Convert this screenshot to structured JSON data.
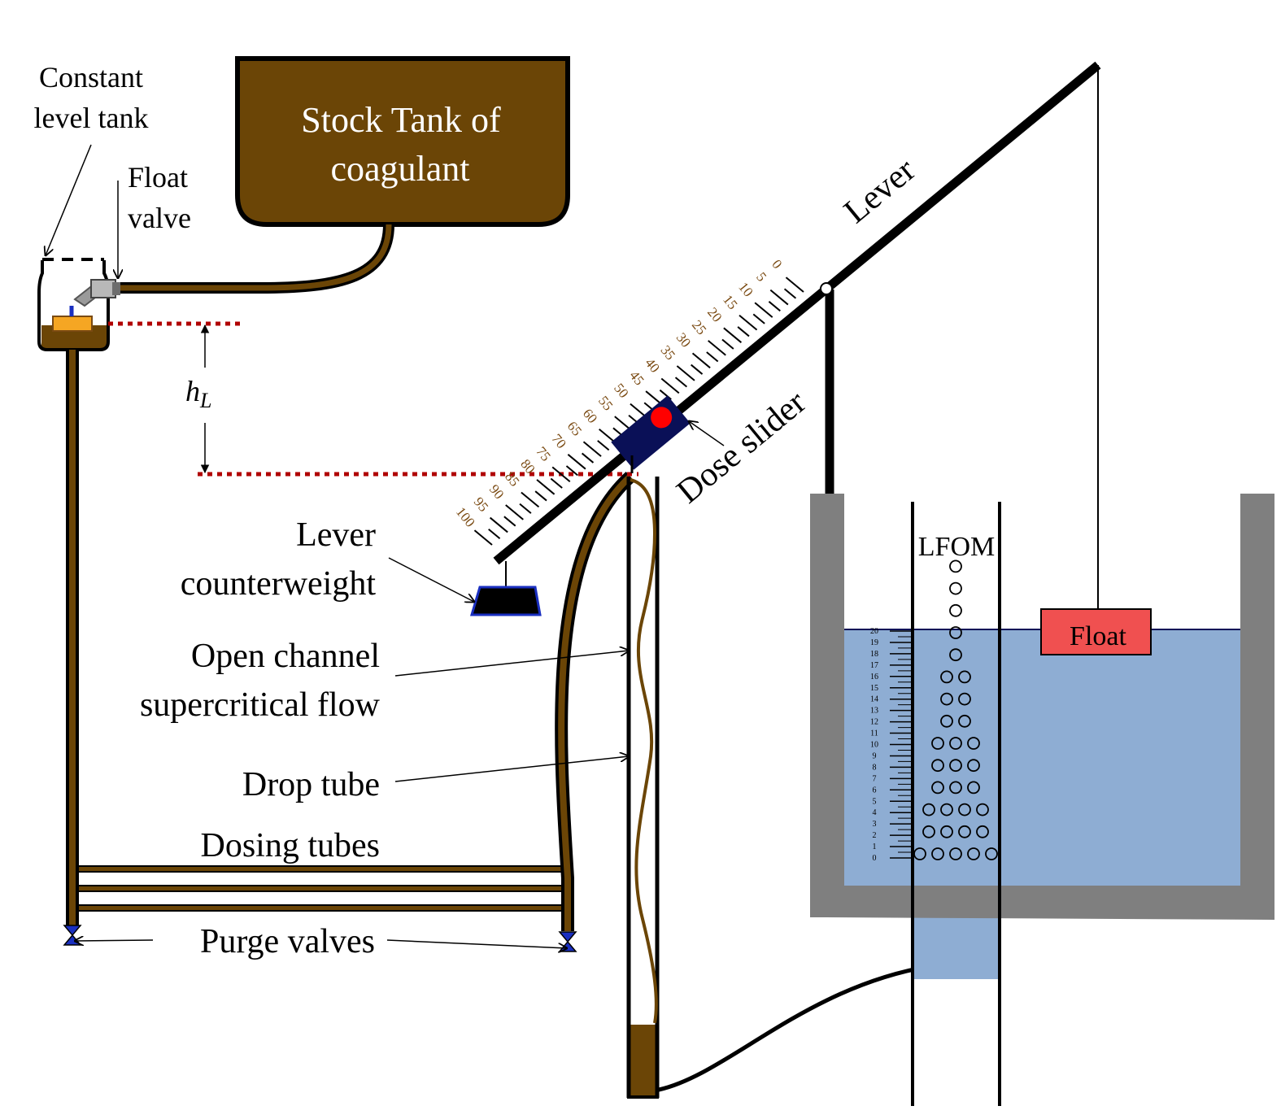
{
  "labels": {
    "constant_level_tank": [
      "Constant",
      "level tank"
    ],
    "float_valve": [
      "Float",
      "valve"
    ],
    "stock_tank": [
      "Stock Tank of",
      "coagulant"
    ],
    "head_loss_symbol": "h",
    "head_loss_subscript": "L",
    "lever": "Lever",
    "dose_slider": "Dose slider",
    "lever_counterweight": [
      "Lever",
      "counterweight"
    ],
    "open_channel_flow": [
      "Open channel",
      "supercritical flow"
    ],
    "drop_tube": "Drop tube",
    "dosing_tubes": "Dosing tubes",
    "purge_valves": "Purge valves",
    "lfom": "LFOM",
    "float": "Float"
  },
  "lever_scale": {
    "labels": [
      "0",
      "5",
      "10",
      "15",
      "20",
      "25",
      "30",
      "35",
      "40",
      "45",
      "50",
      "55",
      "60",
      "65",
      "70",
      "75",
      "80",
      "85",
      "90",
      "95",
      "100"
    ]
  },
  "lfom_scale": {
    "labels": [
      "0",
      "1",
      "2",
      "3",
      "4",
      "5",
      "6",
      "7",
      "8",
      "9",
      "10",
      "11",
      "12",
      "13",
      "14",
      "15",
      "16",
      "17",
      "18",
      "19",
      "20"
    ]
  },
  "lfom_orifice_rows": [
    5,
    4,
    4,
    3,
    3,
    3,
    2,
    2,
    2,
    1,
    1,
    1,
    1,
    1
  ],
  "colors": {
    "coagulant": "#6b4506",
    "water": "#8eadd3",
    "tank_wall": "#7f7f7f",
    "slider": "#0a1057",
    "slider_marker": "#ff0000",
    "float": "#f05050",
    "float_plate": "#f5a623",
    "head_line": "#b00000",
    "valve": "#1a2fc0"
  }
}
